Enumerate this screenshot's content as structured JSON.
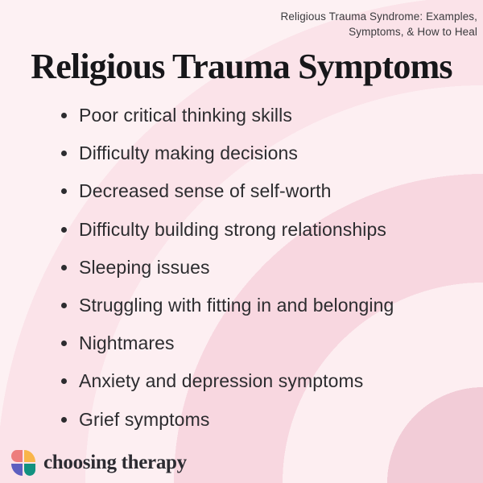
{
  "header": {
    "note": {
      "line1": "Religious Trauma Syndrome: Examples,",
      "line2": "Symptoms, & How to Heal"
    },
    "title": "Religious Trauma Symptoms"
  },
  "symptom_list": {
    "items": [
      "Poor critical thinking skills",
      "Difficulty making decisions",
      "Decreased sense of self-worth",
      "Difficulty building strong relationships",
      "Sleeping issues",
      "Struggling with fitting in and belonging",
      "Nightmares",
      "Anxiety and depression symptoms",
      "Grief symptoms"
    ]
  },
  "footer": {
    "brand_wordmark": "choosing therapy"
  },
  "colors": {
    "background_base": "#fdf1f3",
    "ring_outer": "#fbe3e9",
    "ring_mid_light": "#fdeff2",
    "ring_dark": "#f8d7e0",
    "ring_inner_light": "#fdeef1",
    "inner_circle": "#f2ccd7",
    "title_text": "#17171a",
    "body_text": "#2c2c2f",
    "note_text": "#3b3b3e",
    "logo_coral": "#ed7d7d",
    "logo_yellow": "#f9b54a",
    "logo_purple": "#5d5fc0",
    "logo_teal": "#129180"
  }
}
